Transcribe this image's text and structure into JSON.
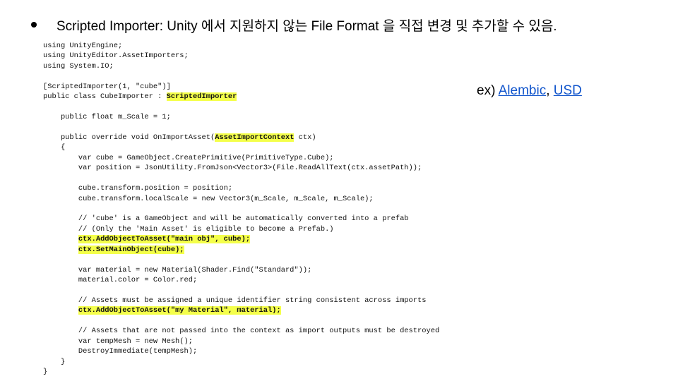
{
  "heading": {
    "text": "Scripted Importer: Unity 에서 지원하지 않는 File Format 을 직접 변경 및 추가할 수 있음."
  },
  "example": {
    "prefix": "ex) ",
    "link1": "Alembic",
    "separator": ", ",
    "link2": "USD"
  },
  "code": {
    "lines": [
      [
        {
          "t": "using UnityEngine;"
        }
      ],
      [
        {
          "t": "using UnityEditor.AssetImporters;"
        }
      ],
      [
        {
          "t": "using System.IO;"
        }
      ],
      [
        {
          "t": ""
        }
      ],
      [
        {
          "t": "[ScriptedImporter(1, \"cube\")]"
        }
      ],
      [
        {
          "t": "public class CubeImporter : "
        },
        {
          "t": "ScriptedImporter",
          "hl": true
        }
      ],
      [
        {
          "t": ""
        }
      ],
      [
        {
          "t": "    public float m_Scale = 1;"
        }
      ],
      [
        {
          "t": ""
        }
      ],
      [
        {
          "t": "    public override void OnImportAsset("
        },
        {
          "t": "AssetImportContext",
          "hl": true
        },
        {
          "t": " ctx)"
        }
      ],
      [
        {
          "t": "    {"
        }
      ],
      [
        {
          "t": "        var cube = GameObject.CreatePrimitive(PrimitiveType.Cube);"
        }
      ],
      [
        {
          "t": "        var position = JsonUtility.FromJson<Vector3>(File.ReadAllText(ctx.assetPath));"
        }
      ],
      [
        {
          "t": ""
        }
      ],
      [
        {
          "t": "        cube.transform.position = position;"
        }
      ],
      [
        {
          "t": "        cube.transform.localScale = new Vector3(m_Scale, m_Scale, m_Scale);"
        }
      ],
      [
        {
          "t": ""
        }
      ],
      [
        {
          "t": "        // 'cube' is a GameObject and will be automatically converted into a prefab"
        }
      ],
      [
        {
          "t": "        // (Only the 'Main Asset' is eligible to become a Prefab.)"
        }
      ],
      [
        {
          "t": "        "
        },
        {
          "t": "ctx.AddObjectToAsset(\"main obj\", cube);",
          "hl": true
        }
      ],
      [
        {
          "t": "        "
        },
        {
          "t": "ctx.SetMainObject(cube);",
          "hl": true
        }
      ],
      [
        {
          "t": ""
        }
      ],
      [
        {
          "t": "        var material = new Material(Shader.Find(\"Standard\"));"
        }
      ],
      [
        {
          "t": "        material.color = Color.red;"
        }
      ],
      [
        {
          "t": ""
        }
      ],
      [
        {
          "t": "        // Assets must be assigned a unique identifier string consistent across imports"
        }
      ],
      [
        {
          "t": "        "
        },
        {
          "t": "ctx.AddObjectToAsset(\"my Material\", material);",
          "hl": true
        }
      ],
      [
        {
          "t": ""
        }
      ],
      [
        {
          "t": "        // Assets that are not passed into the context as import outputs must be destroyed"
        }
      ],
      [
        {
          "t": "        var tempMesh = new Mesh();"
        }
      ],
      [
        {
          "t": "        DestroyImmediate(tempMesh);"
        }
      ],
      [
        {
          "t": "    }"
        }
      ],
      [
        {
          "t": "}"
        }
      ]
    ]
  }
}
